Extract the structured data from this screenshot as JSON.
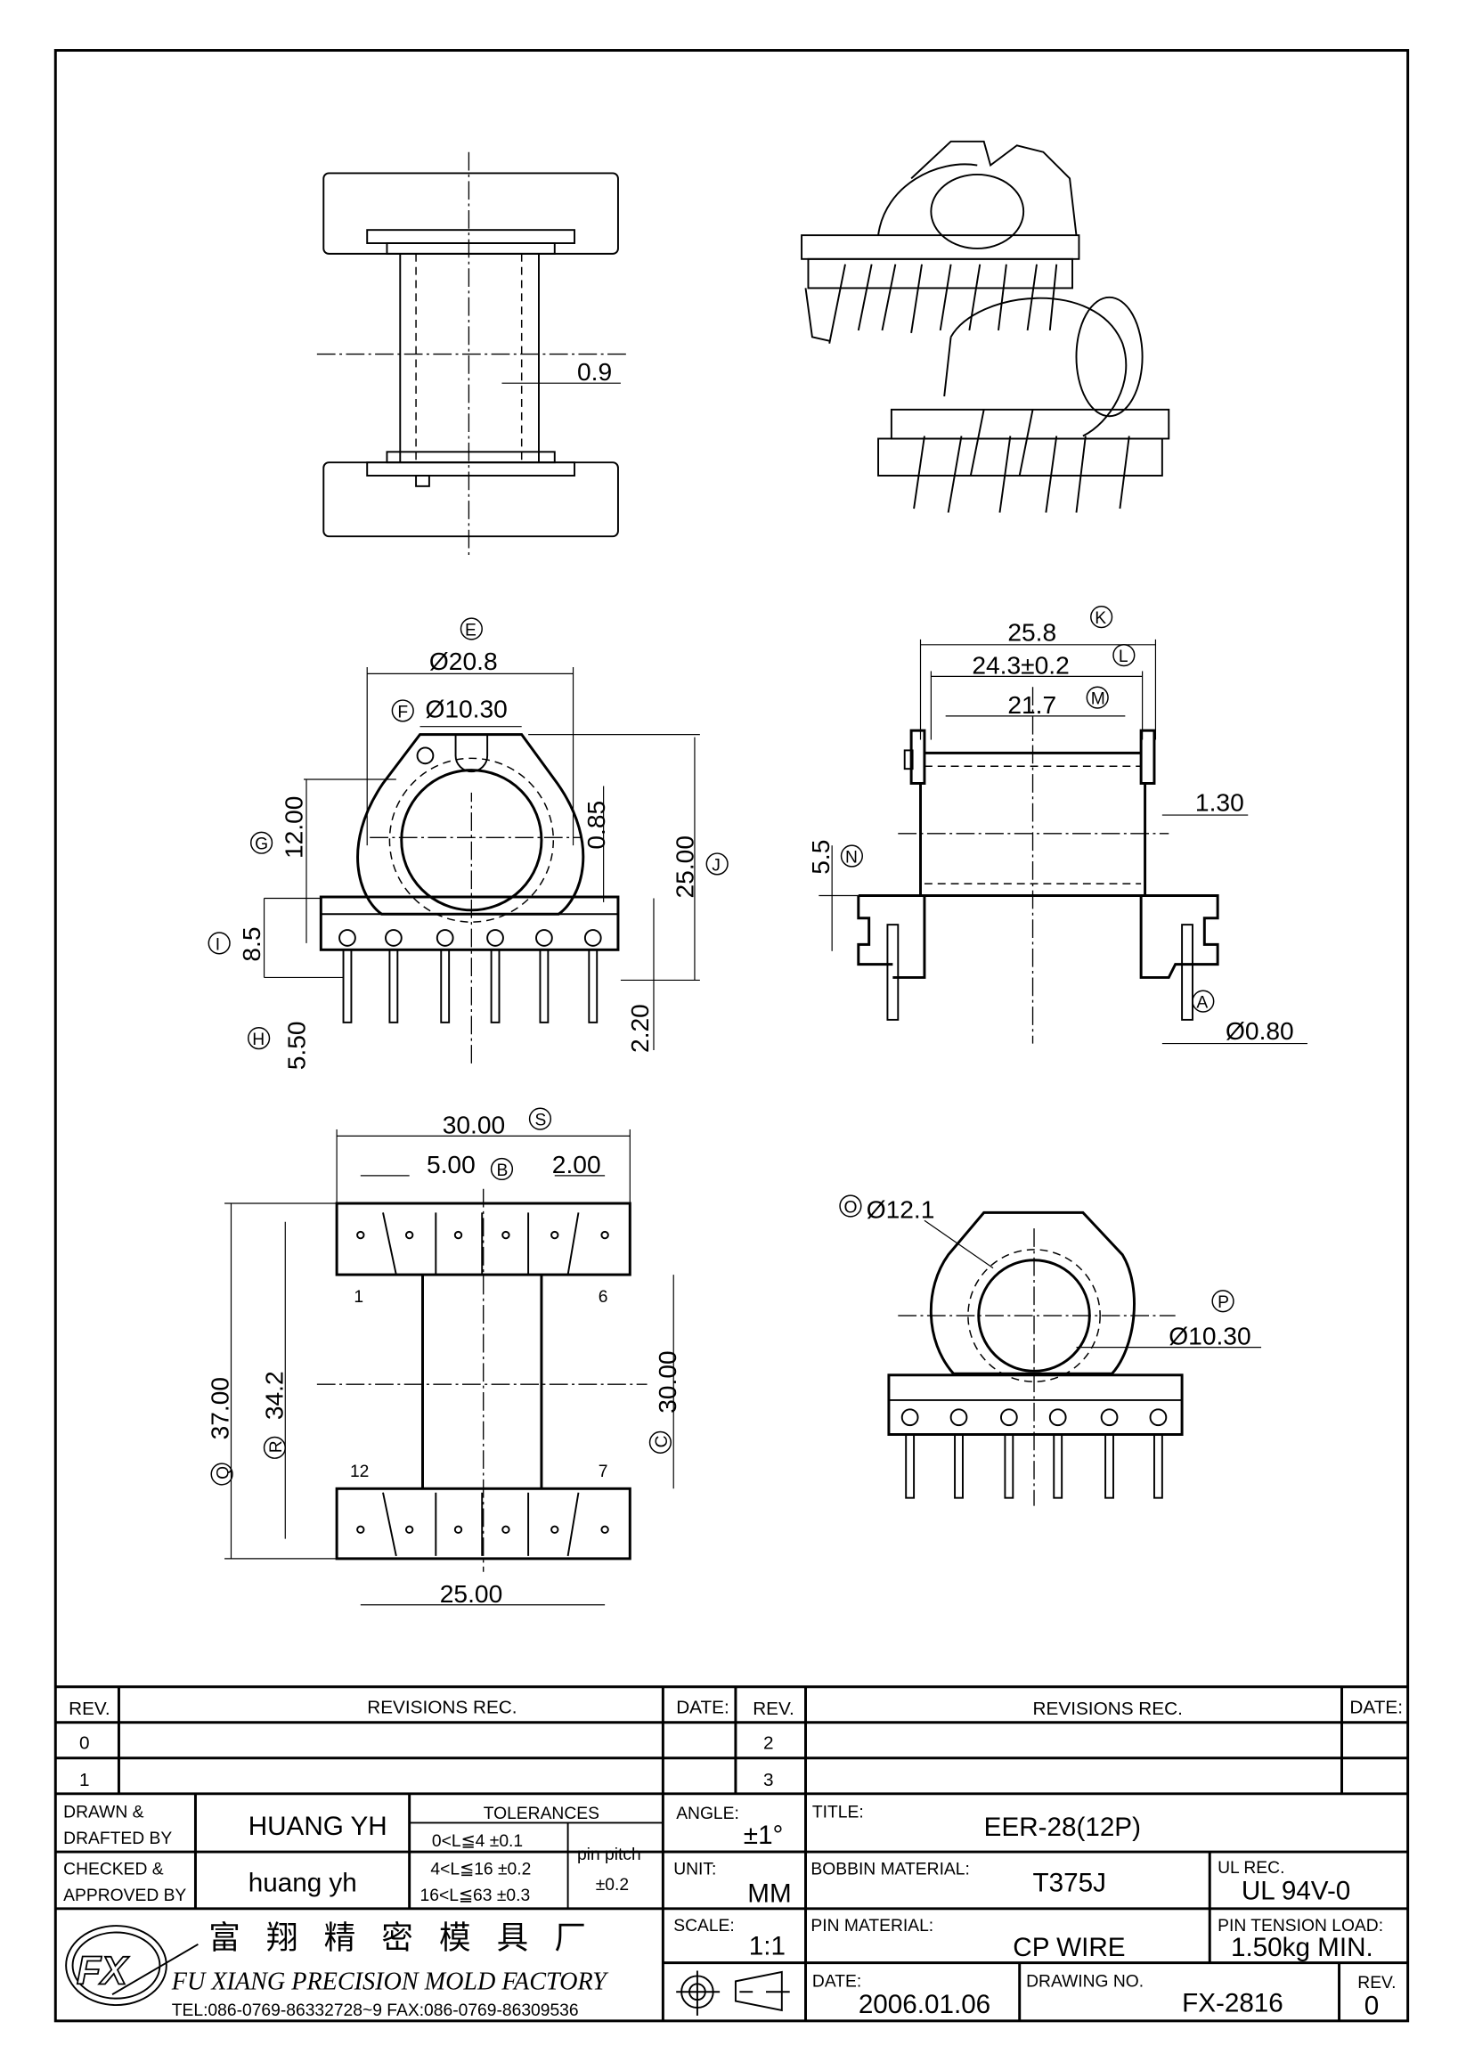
{
  "views": {
    "side": {
      "dim_flange_gap": "0.9"
    },
    "front": {
      "E": "E",
      "E_value": "Ø20.8",
      "F": "F",
      "F_value": "Ø10.30",
      "G": "G",
      "G_value": "12.00",
      "J": "J",
      "J_value": "25.00",
      "I": "I",
      "I_value": "8.5",
      "H": "H",
      "H_value": "5.50",
      "offset": "0.85",
      "pin_offset": "2.20"
    },
    "right": {
      "K": "K",
      "K_value": "25.8",
      "L": "L",
      "L_value": "24.3±0.2",
      "M": "M",
      "M_value": "21.7",
      "wall": "1.30",
      "N": "N",
      "N_value": "5.5",
      "A": "A",
      "A_value": "Ø0.80"
    },
    "top": {
      "S": "S",
      "S_value": "30.00",
      "B": "B",
      "B_value": "5.00",
      "pitch2": "2.00",
      "Q": "Q",
      "Q_value": "37.00",
      "R": "R",
      "R_value": "34.2",
      "C": "C",
      "C_value": "30.00",
      "bottom_width": "25.00",
      "pin_1": "1",
      "pin_6": "6",
      "pin_7": "7",
      "pin_12": "12"
    },
    "end": {
      "O": "O",
      "O_value": "Ø12.1",
      "P": "P",
      "P_value": "Ø10.30"
    }
  },
  "title_block": {
    "rev_header": "REV.",
    "revisions_header": "REVISIONS   REC.",
    "date_header": "DATE:",
    "rev_rows_left": [
      "0",
      "1"
    ],
    "rev_rows_right": [
      "2",
      "3"
    ],
    "drawn_label_1": "DRAWN  &",
    "drawn_label_2": "DRAFTED  BY",
    "drawn_value": "HUANG  YH",
    "checked_label_1": "CHECKED  &",
    "checked_label_2": "APPROVED  BY",
    "checked_value": "huang  yh",
    "tolerances_header": "TOLERANCES",
    "tolerances": [
      "0<L≦4    ±0.1",
      "4<L≦16  ±0.2",
      "16<L≦63  ±0.3"
    ],
    "pin_pitch_label": "pin  pitch",
    "pin_pitch_value": "±0.2",
    "angle_label": "ANGLE:",
    "angle_value": "±1°",
    "unit_label": "UNIT:",
    "unit_value": "MM",
    "scale_label": "SCALE:",
    "scale_value": "1:1",
    "title_label": "TITLE:",
    "title_value": "EER-28(12P)",
    "bobbin_material_label": "BOBBIN  MATERIAL:",
    "bobbin_material_value": "T375J",
    "ul_label": "UL  REC.",
    "ul_value": "UL  94V-0",
    "pin_material_label": "PIN  MATERIAL:",
    "pin_material_value": "CP  WIRE",
    "pin_tension_label": "PIN  TENSION  LOAD:",
    "pin_tension_value": "1.50kg  MIN.",
    "date_label": "DATE:",
    "date_value": "2006.01.06",
    "drawing_no_label": "DRAWING  NO.",
    "drawing_no_value": "FX-2816",
    "rev_label": "REV.",
    "rev_value": "0",
    "company_cn": "富 翔 精 密 模 具 厂",
    "company_en": "FU XIANG PRECISION MOLD FACTORY",
    "contact": "TEL:086-0769-86332728~9   FAX:086-0769-86309536",
    "logo_text": "FX"
  }
}
